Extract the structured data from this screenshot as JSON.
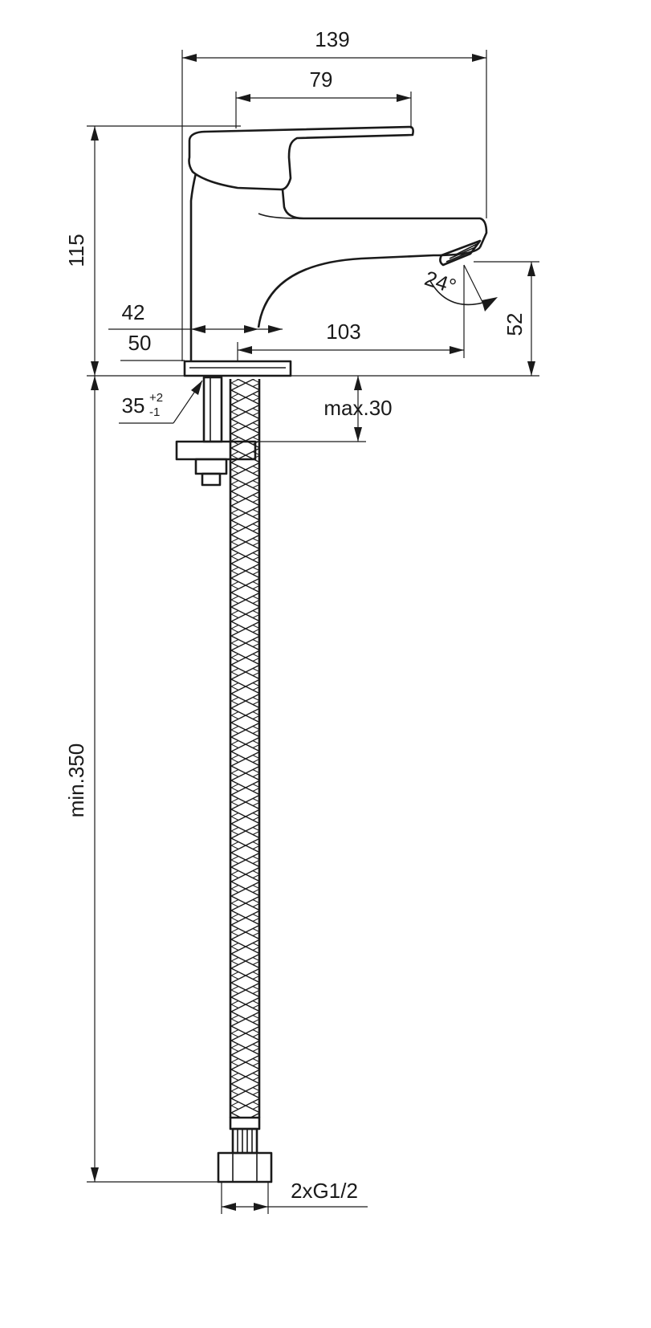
{
  "dimensions": {
    "total_width": "139",
    "handle_length": "79",
    "height": "115",
    "spout_base_offset": "42",
    "base_diameter": "50",
    "spout_reach": "103",
    "outlet_height": "52",
    "outlet_angle": "24°",
    "hole_diameter": "35",
    "hole_tol_upper": "+2",
    "hole_tol_lower": "-1",
    "max_deck_thickness": "max.30",
    "min_hose_length": "min.350",
    "connection_thread": "2xG1/2"
  }
}
